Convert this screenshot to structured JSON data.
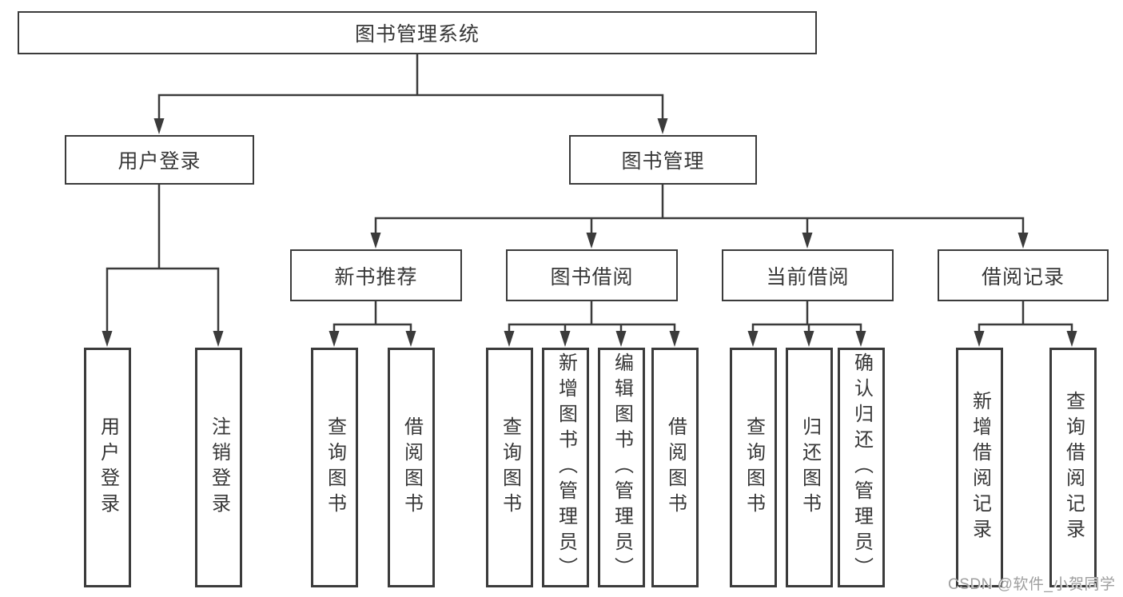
{
  "colors": {
    "line": "#3b3b3b",
    "text": "#373737",
    "watermark": "#9e9e9e",
    "background": "#ffffff"
  },
  "root": {
    "label": "图书管理系统"
  },
  "level2": {
    "user_login": "用户登录",
    "book_mgmt": "图书管理"
  },
  "level3": {
    "new_books": "新书推荐",
    "borrow": "图书借阅",
    "current": "当前借阅",
    "records": "借阅记录"
  },
  "leaves": {
    "user_login_1": "用户登录",
    "user_login_2": "注销登录",
    "new_books_1": "查询图书",
    "new_books_2": "借阅图书",
    "borrow_1": "查询图书",
    "borrow_2": "新增图书（管理员）",
    "borrow_3": "编辑图书（管理员）",
    "borrow_4": "借阅图书",
    "current_1": "查询图书",
    "current_2": "归还图书",
    "current_3": "确认归还（管理员）",
    "records_1": "新增借阅记录",
    "records_2": "查询借阅记录"
  },
  "watermark": {
    "text": "CSDN @软件_小贺同学"
  }
}
